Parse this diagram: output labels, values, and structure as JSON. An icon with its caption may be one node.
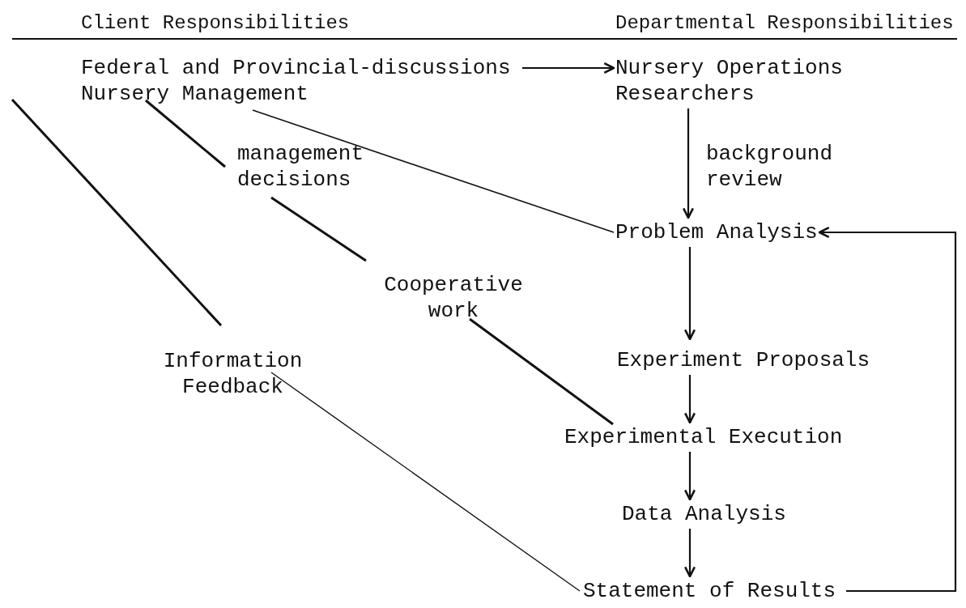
{
  "diagram": {
    "nodes": [
      {
        "text": [
          "Federal and Provincial-discussions Nursery Management"
        ]
      },
      {
        "text": [
          "Nursery Operations Researchers"
        ]
      },
      {
        "text": [
          "Problem Analysis"
        ]
      },
      {
        "text": [
          "management decisions"
        ]
      },
      {
        "text": [
          "Cooperative work"
        ]
      },
      {
        "text": [
          "Information Feedback"
        ]
      },
      {
        "text": [
          "Experiment Proposals"
        ]
      },
      {
        "text": [
          "Experimental Execution"
        ]
      },
      {
        "text": [
          "Data Analysis"
        ]
      },
      {
        "text": [
          "Statement of Results"
        ]
      }
    ],
    "edges": [
      {
        "from": 0,
        "to": 1,
        "arrow": "to"
      },
      {
        "from": 1,
        "to": 2,
        "arrow": "to",
        "label": "background review"
      },
      {
        "from": 0,
        "to": 3,
        "arrow": "none"
      },
      {
        "from": 3,
        "to": 4,
        "arrow": "none"
      },
      {
        "from": 4,
        "to": 7,
        "arrow": "none"
      },
      {
        "from": 0,
        "to": 2,
        "arrow": "none"
      },
      {
        "from": null,
        "to": 5,
        "arrow": "none"
      },
      {
        "from": 5,
        "to": 9,
        "arrow": "none"
      },
      {
        "from": 2,
        "to": 6,
        "arrow": "to"
      },
      {
        "from": 6,
        "to": 7,
        "arrow": "to"
      },
      {
        "from": 7,
        "to": 8,
        "arrow": "to"
      },
      {
        "from": 8,
        "to": 9,
        "arrow": "to"
      },
      {
        "from": 9,
        "to": 2,
        "arrow": "to"
      }
    ],
    "labels": [
      "Client Responsibilities",
      "Departmental Responsibilities"
    ]
  }
}
